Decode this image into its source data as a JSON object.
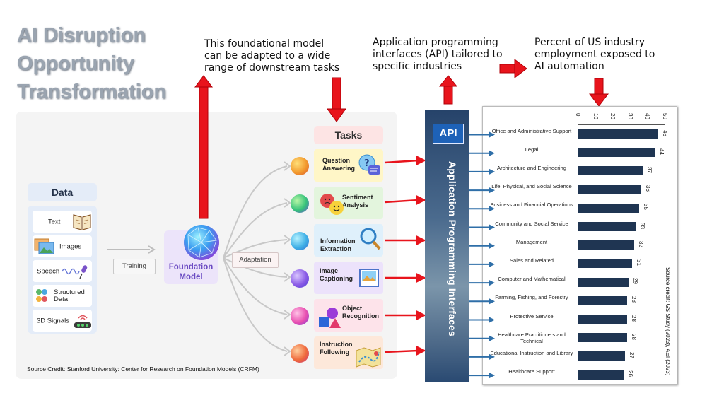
{
  "title_lines": [
    "AI Disruption",
    "Opportunity",
    "Transformation"
  ],
  "notes": {
    "foundation": [
      "This foundational model",
      "can be adapted to a wide",
      "range of downstream tasks"
    ],
    "api": [
      "Application programming",
      "interfaces (API) tailored to",
      "specific industries"
    ],
    "exposure": [
      "Percent of US industry",
      "employment exposed to",
      "AI automation"
    ]
  },
  "diagram": {
    "data_heading": "Data",
    "data_items": [
      "Text",
      "Images",
      "Speech",
      "Structured Data",
      "3D Signals"
    ],
    "training_label": "Training",
    "foundation_label": "Foundation Model",
    "adaptation_label": "Adaptation",
    "tasks_heading": "Tasks",
    "tasks": [
      "Question Answering",
      "Sentiment Analysis",
      "Information Extraction",
      "Image Captioning",
      "Object Recognition",
      "Instruction Following"
    ],
    "source_credit": "Source Credit: Stanford University: Center for Research on Foundation Models (CRFM)"
  },
  "api": {
    "badge": "API",
    "vertical_label": "Application Programming Interfaces"
  },
  "colors": {
    "arrow_red": "#e8141c",
    "arrow_blue": "#2f6fa8",
    "bar": "#1f3552",
    "title_gray": "#9aa4b0",
    "task_backgrounds": [
      "#fff6c7",
      "#e3f5dd",
      "#dff0fb",
      "#ece2fb",
      "#fde3ea",
      "#fde8da"
    ]
  },
  "chart_data": {
    "type": "bar",
    "orientation": "horizontal",
    "categories": [
      "Office and Administrative Support",
      "Legal",
      "Architecture and Engineering",
      "Life, Physical, and Social Science",
      "Business and Financial Operations",
      "Community and Social Service",
      "Management",
      "Sales and Related",
      "Computer and Mathematical",
      "Farming, Fishing, and Forestry",
      "Protective Service",
      "Healthcare Practitioners and Technical",
      "Educational Instruction and Library",
      "Healthcare Support"
    ],
    "values": [
      46,
      44,
      37,
      36,
      35,
      33,
      32,
      31,
      29,
      28,
      28,
      28,
      27,
      26
    ],
    "xlim": [
      0,
      50
    ],
    "ticks": [
      0,
      10,
      20,
      30,
      40,
      50
    ],
    "axis_position": "top",
    "source_credit": "Source credit: GS Study (2023), AEI (2023)"
  }
}
